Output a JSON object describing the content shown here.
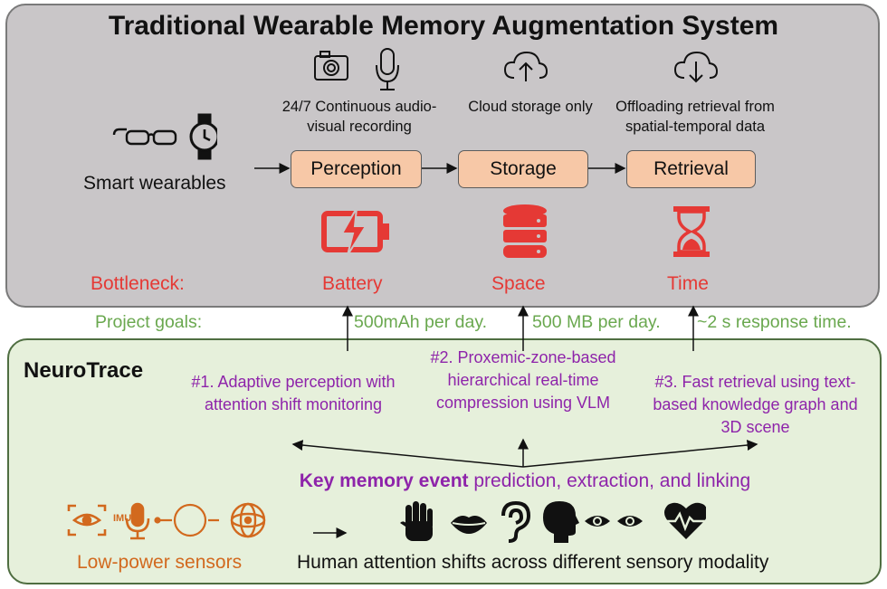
{
  "top_panel": {
    "title": "Traditional Wearable Memory Augmentation System",
    "wearables_label": "Smart wearables",
    "perception_note": "24/7 Continuous audio-visual recording",
    "storage_note": "Cloud storage only",
    "retrieval_note": "Offloading retrieval from spatial-temporal data",
    "stages": [
      "Perception",
      "Storage",
      "Retrieval"
    ],
    "bottleneck_label": "Bottleneck:",
    "bottlenecks": [
      "Battery",
      "Space",
      "Time"
    ],
    "colors": {
      "stage_fill": "#f7c8a7",
      "bottleneck": "#e53935",
      "panel": "#c9c6c8"
    },
    "icons": [
      "glasses-icon",
      "watch-icon",
      "camera-icon",
      "microphone-icon",
      "cloud-upload-icon",
      "cloud-download-icon",
      "battery-icon",
      "database-icon",
      "hourglass-icon"
    ]
  },
  "goals": {
    "label": "Project goals:",
    "battery": "500mAh per day.",
    "space": "500 MB per day.",
    "time": "~2 s response time.",
    "color": "#6aa84f"
  },
  "bottom_panel": {
    "title": "NeuroTrace",
    "contributions": [
      "#1. Adaptive perception with attention shift monitoring",
      "#2. Proxemic-zone-based hierarchical real-time compression using VLM",
      "#3. Fast retrieval using text-based knowledge graph and 3D scene"
    ],
    "key_event_bold": "Key memory event",
    "key_event_rest": " prediction, extraction, and linking",
    "sensors_label": "Low-power sensors",
    "imu_label": "IMU",
    "attention_label": "Human attention shifts across different sensory modality",
    "colors": {
      "purple": "#8e24aa",
      "orange": "#d2691e",
      "panel": "#e6f0db"
    },
    "icons": [
      "eye-tracking-icon",
      "mic-icon",
      "imu-icon",
      "gyroscope-icon",
      "hand-icon",
      "lips-icon",
      "ear-icon",
      "head-icon",
      "eyes-icon",
      "heartbeat-icon"
    ]
  }
}
